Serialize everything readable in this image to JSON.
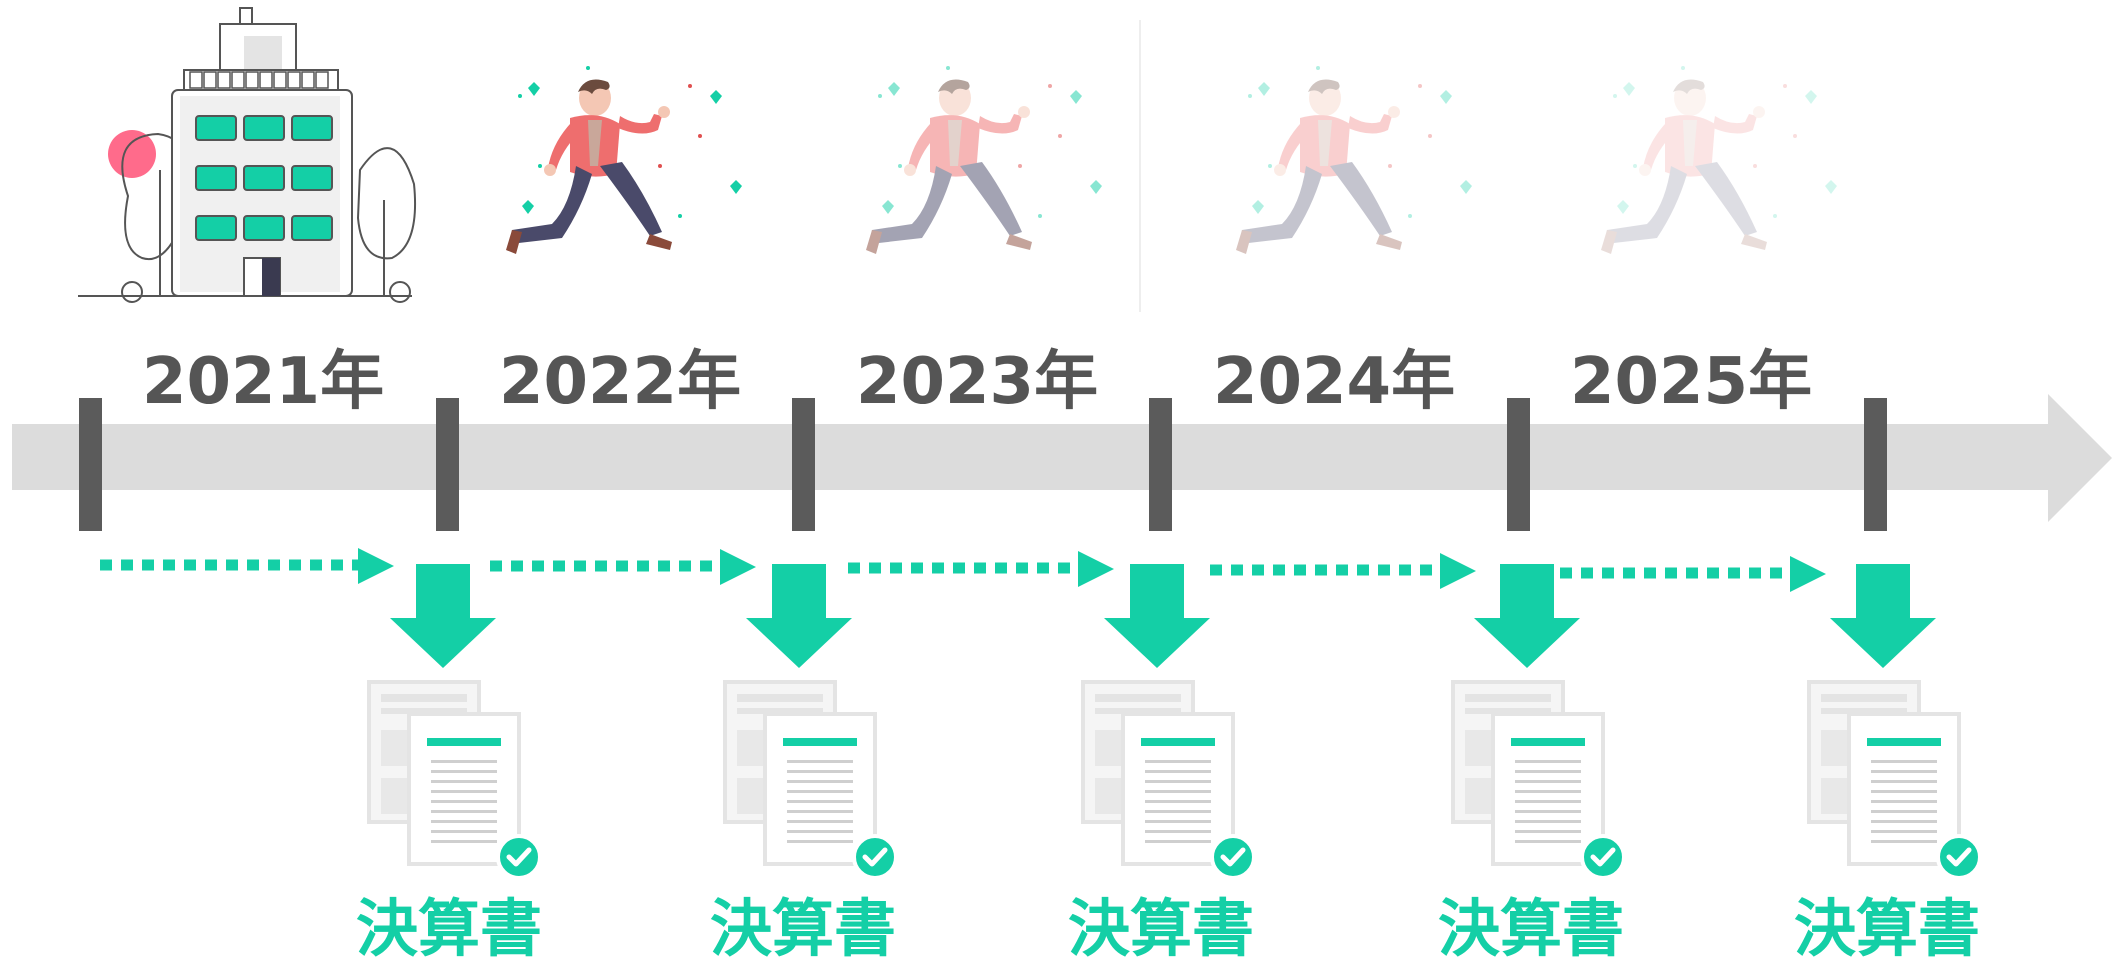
{
  "years": [
    "2021年",
    "2022年",
    "2023年",
    "2024年",
    "2025年"
  ],
  "document_label": "決算書",
  "illustrations": [
    "office-building",
    "running-person",
    "running-person",
    "running-person",
    "running-person"
  ],
  "runner_opacity": [
    1.0,
    0.5,
    0.32,
    0.18
  ],
  "colors": {
    "accent": "#14cfa6",
    "timeline": "#dcdcdc",
    "tick": "#5b5b5b",
    "year_text": "#555555",
    "sun": "#ff6b8b",
    "shirt": "#ee6e6e",
    "pants": "#4a4a6a"
  }
}
